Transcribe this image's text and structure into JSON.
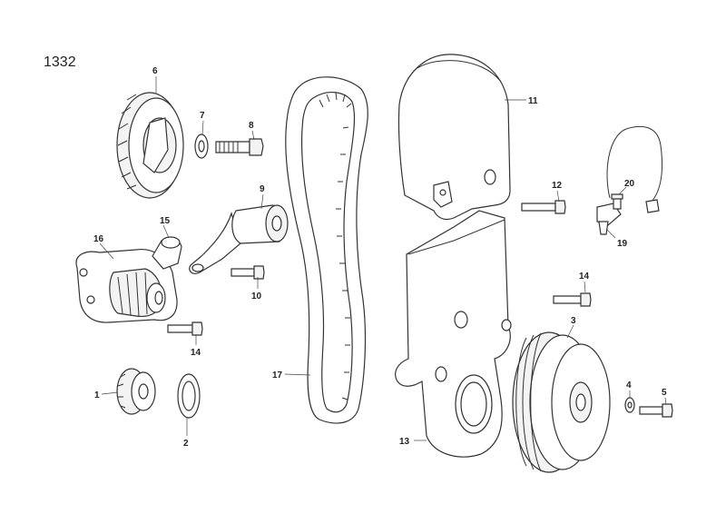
{
  "diagram": {
    "figure_number": "1332",
    "callouts": {
      "c1": "1",
      "c2": "2",
      "c3": "3",
      "c4": "4",
      "c5": "5",
      "c6": "6",
      "c7": "7",
      "c8": "8",
      "c9": "9",
      "c10": "10",
      "c11": "11",
      "c12": "12",
      "c13": "13",
      "c14a": "14",
      "c14b": "14",
      "c15": "15",
      "c16": "16",
      "c17": "17",
      "c19": "19",
      "c20": "20"
    }
  }
}
